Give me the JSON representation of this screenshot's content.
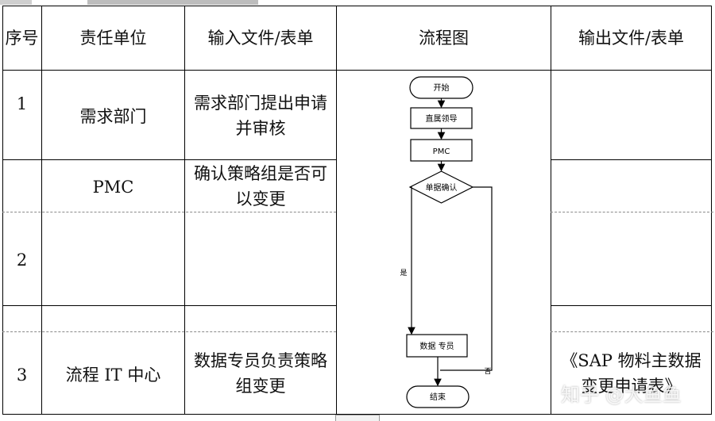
{
  "table": {
    "headers": {
      "seq": "序号",
      "unit": "责任单位",
      "input": "输入文件/表单",
      "flow": "流程图",
      "output": "输出文件/表单"
    },
    "rows": [
      {
        "seq": "1",
        "unit": "需求部门",
        "input_l1": "需求部门提出申请",
        "input_l2": "并审核",
        "output": ""
      },
      {
        "seq": "",
        "unit": "PMC",
        "input_l1": "确认策略组是否可",
        "input_l2": "以变更",
        "output": ""
      },
      {
        "seq": "2",
        "unit": "",
        "input_l1": "",
        "input_l2": "",
        "output": ""
      },
      {
        "seq": "3",
        "unit": "流程 IT 中心",
        "input_l1": "数据专员负责策略",
        "input_l2": "组变更",
        "output_l1": "《SAP 物料主数据",
        "output_l2": "变更申请表》"
      }
    ]
  },
  "flowchart": {
    "start": "开始",
    "leader": "直属领导",
    "pmc": "PMC",
    "decision": "单据确认",
    "yes": "是",
    "no": "否",
    "specialist": "数据 专员",
    "end": "结束"
  },
  "watermark": "知乎 @大鱼鱼"
}
